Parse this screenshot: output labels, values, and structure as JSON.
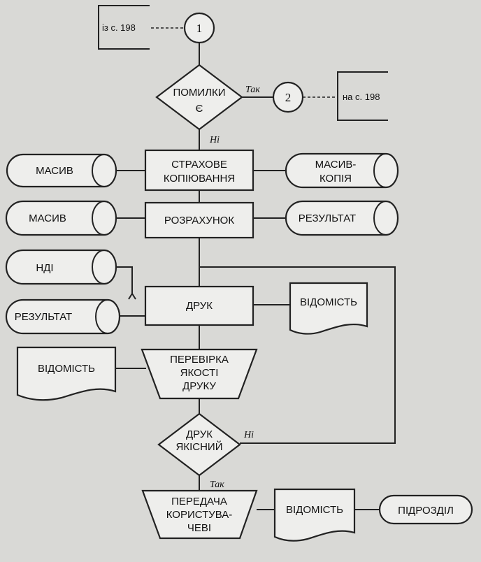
{
  "connectors": {
    "c1": {
      "number": "1",
      "ref": "із с. 198"
    },
    "c2": {
      "number": "2",
      "ref": "на с. 198"
    }
  },
  "decisions": {
    "errors": {
      "line1": "ПОМИЛКИ",
      "line2": "Є",
      "yes": "Так",
      "no": "Ні"
    },
    "quality": {
      "line1": "ДРУК",
      "line2": "ЯКІСНИЙ",
      "yes": "Так",
      "no": "Ні"
    }
  },
  "processes": {
    "backup": {
      "line1": "СТРАХОВЕ",
      "line2": "КОПІЮВАННЯ"
    },
    "calc": {
      "label": "РОЗРАХУНОК"
    },
    "print": {
      "label": "ДРУК"
    }
  },
  "manual_ops": {
    "check": {
      "line1": "ПЕРЕВІРКА",
      "line2": "ЯКОСТІ",
      "line3": "ДРУКУ"
    },
    "transfer": {
      "line1": "ПЕРЕДАЧА",
      "line2": "КОРИСТУВА-",
      "line3": "ЧЕВІ"
    }
  },
  "storages": {
    "massive1": "МАСИВ",
    "massive_copy": {
      "line1": "МАСИВ-",
      "line2": "КОПІЯ"
    },
    "massive2": "МАСИВ",
    "result_out": "РЕЗУЛЬТАТ",
    "ndi": "НДІ",
    "result_in": "РЕЗУЛЬТАТ"
  },
  "documents": {
    "doc_print": "ВІДОМІСТЬ",
    "doc_check": "ВІДОМІСТЬ",
    "doc_transfer": "ВІДОМІСТЬ"
  },
  "terminals": {
    "division": "ПІДРОЗДІЛ"
  }
}
